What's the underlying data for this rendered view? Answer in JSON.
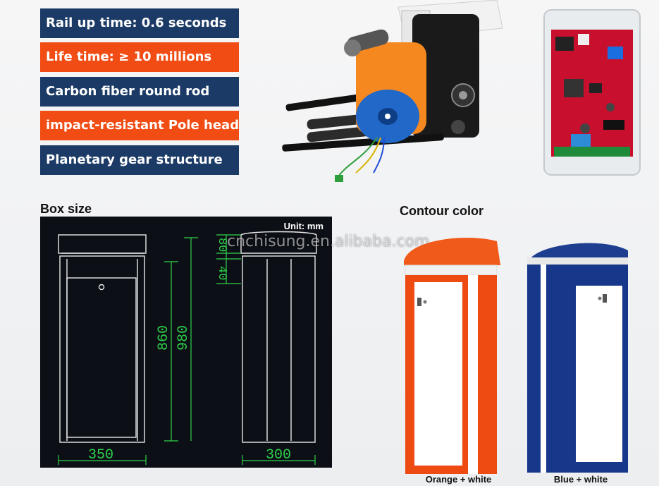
{
  "features": [
    {
      "label": "Rail up time: 0.6 seconds",
      "color": "#1b3a66"
    },
    {
      "label": "Life time: ≥ 10 millions",
      "color": "#f04c14"
    },
    {
      "label": "Carbon fiber round rod",
      "color": "#1b3a66"
    },
    {
      "label": "impact-resistant Pole head",
      "color": "#f04c14"
    },
    {
      "label": "Planetary gear structure",
      "color": "#1b3a66"
    }
  ],
  "box_size": {
    "heading": "Box size",
    "unit": "Unit: mm",
    "dimensions": {
      "width_front": "350",
      "width_side": "300",
      "height_body": "860",
      "height_total": "980",
      "top_cap": "80",
      "top_gap": "40"
    }
  },
  "contour_color": {
    "heading": "Contour color",
    "options": [
      {
        "caption": "Orange + white",
        "primary": "#f04c14",
        "secondary": "#ffffff"
      },
      {
        "caption": "Blue + white",
        "primary": "#1b3a8a",
        "secondary": "#ffffff"
      }
    ]
  },
  "watermark": "cnchisung.en.alibaba.com"
}
